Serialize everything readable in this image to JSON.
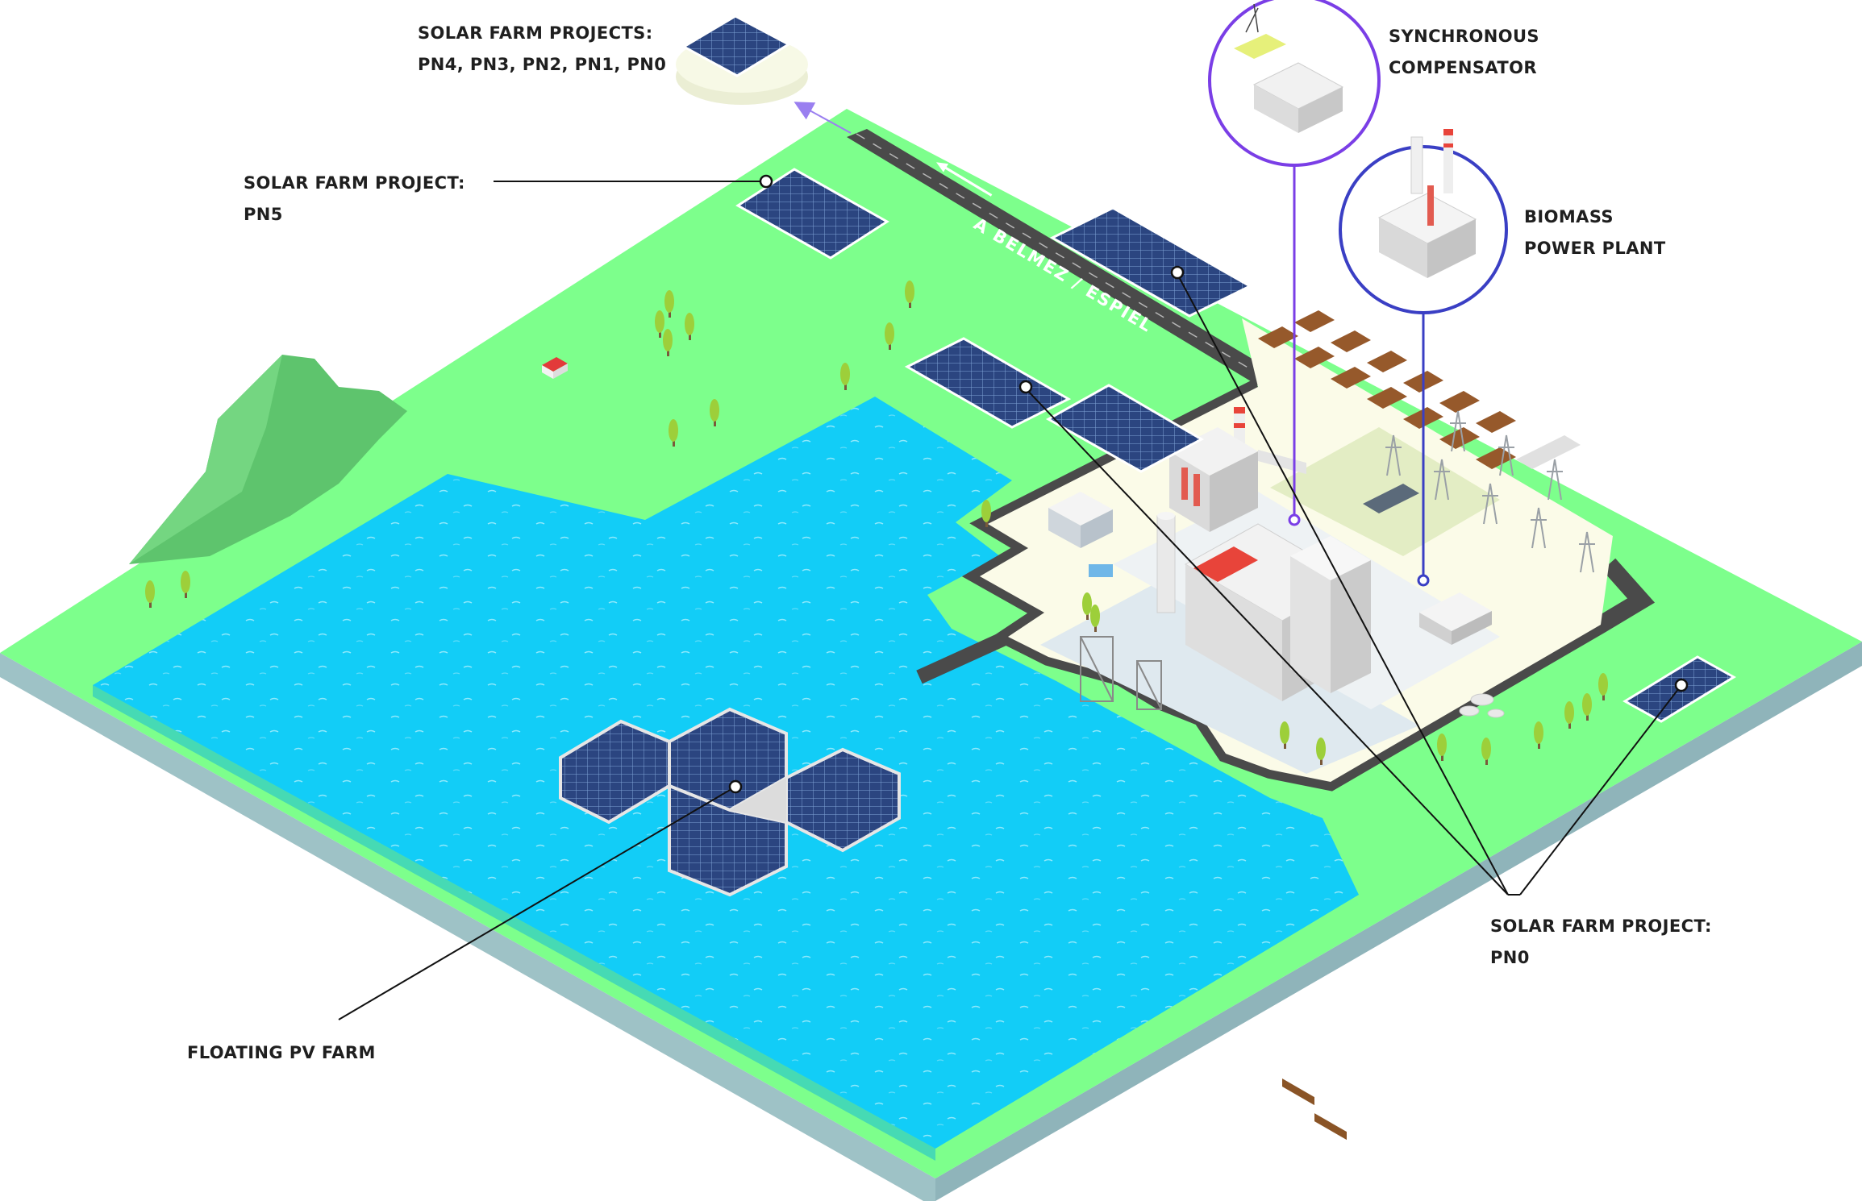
{
  "labels": {
    "solar_pn4_pn0": {
      "line1": "SOLAR FARM PROJECTS:",
      "line2": "PN4, PN3, PN2, PN1, PN0"
    },
    "solar_pn5": {
      "line1": "SOLAR FARM PROJECT:",
      "line2": "PN5"
    },
    "synchronous_compensator": {
      "line1": "SYNCHRONOUS",
      "line2": "COMPENSATOR"
    },
    "biomass_power_plant": {
      "line1": "BIOMASS",
      "line2": "POWER PLANT"
    },
    "solar_pn0": {
      "line1": "SOLAR FARM PROJECT:",
      "line2": "PN0"
    },
    "floating_pv": {
      "line1": "FLOATING PV FARM"
    }
  },
  "road_label": "A BELMEZ / ESPIEL",
  "icons": [
    "hill",
    "house",
    "tree",
    "solar-array",
    "floating-pv-array",
    "power-plant",
    "chimney",
    "substation",
    "pylon",
    "storage-tank",
    "circular-inset",
    "arrow"
  ],
  "colors": {
    "grass": "#7dff8c",
    "water": "#12cdf7",
    "ground_side": "#9ec2c6",
    "road": "#4a4a4a",
    "plant_ground": "#fbfbe8",
    "hill": "#5ec46d",
    "panel": "#2e4a86",
    "callout_purple": "#7a3ee6",
    "callout_blue": "#3a3fc4",
    "leader_line": "#111111"
  }
}
